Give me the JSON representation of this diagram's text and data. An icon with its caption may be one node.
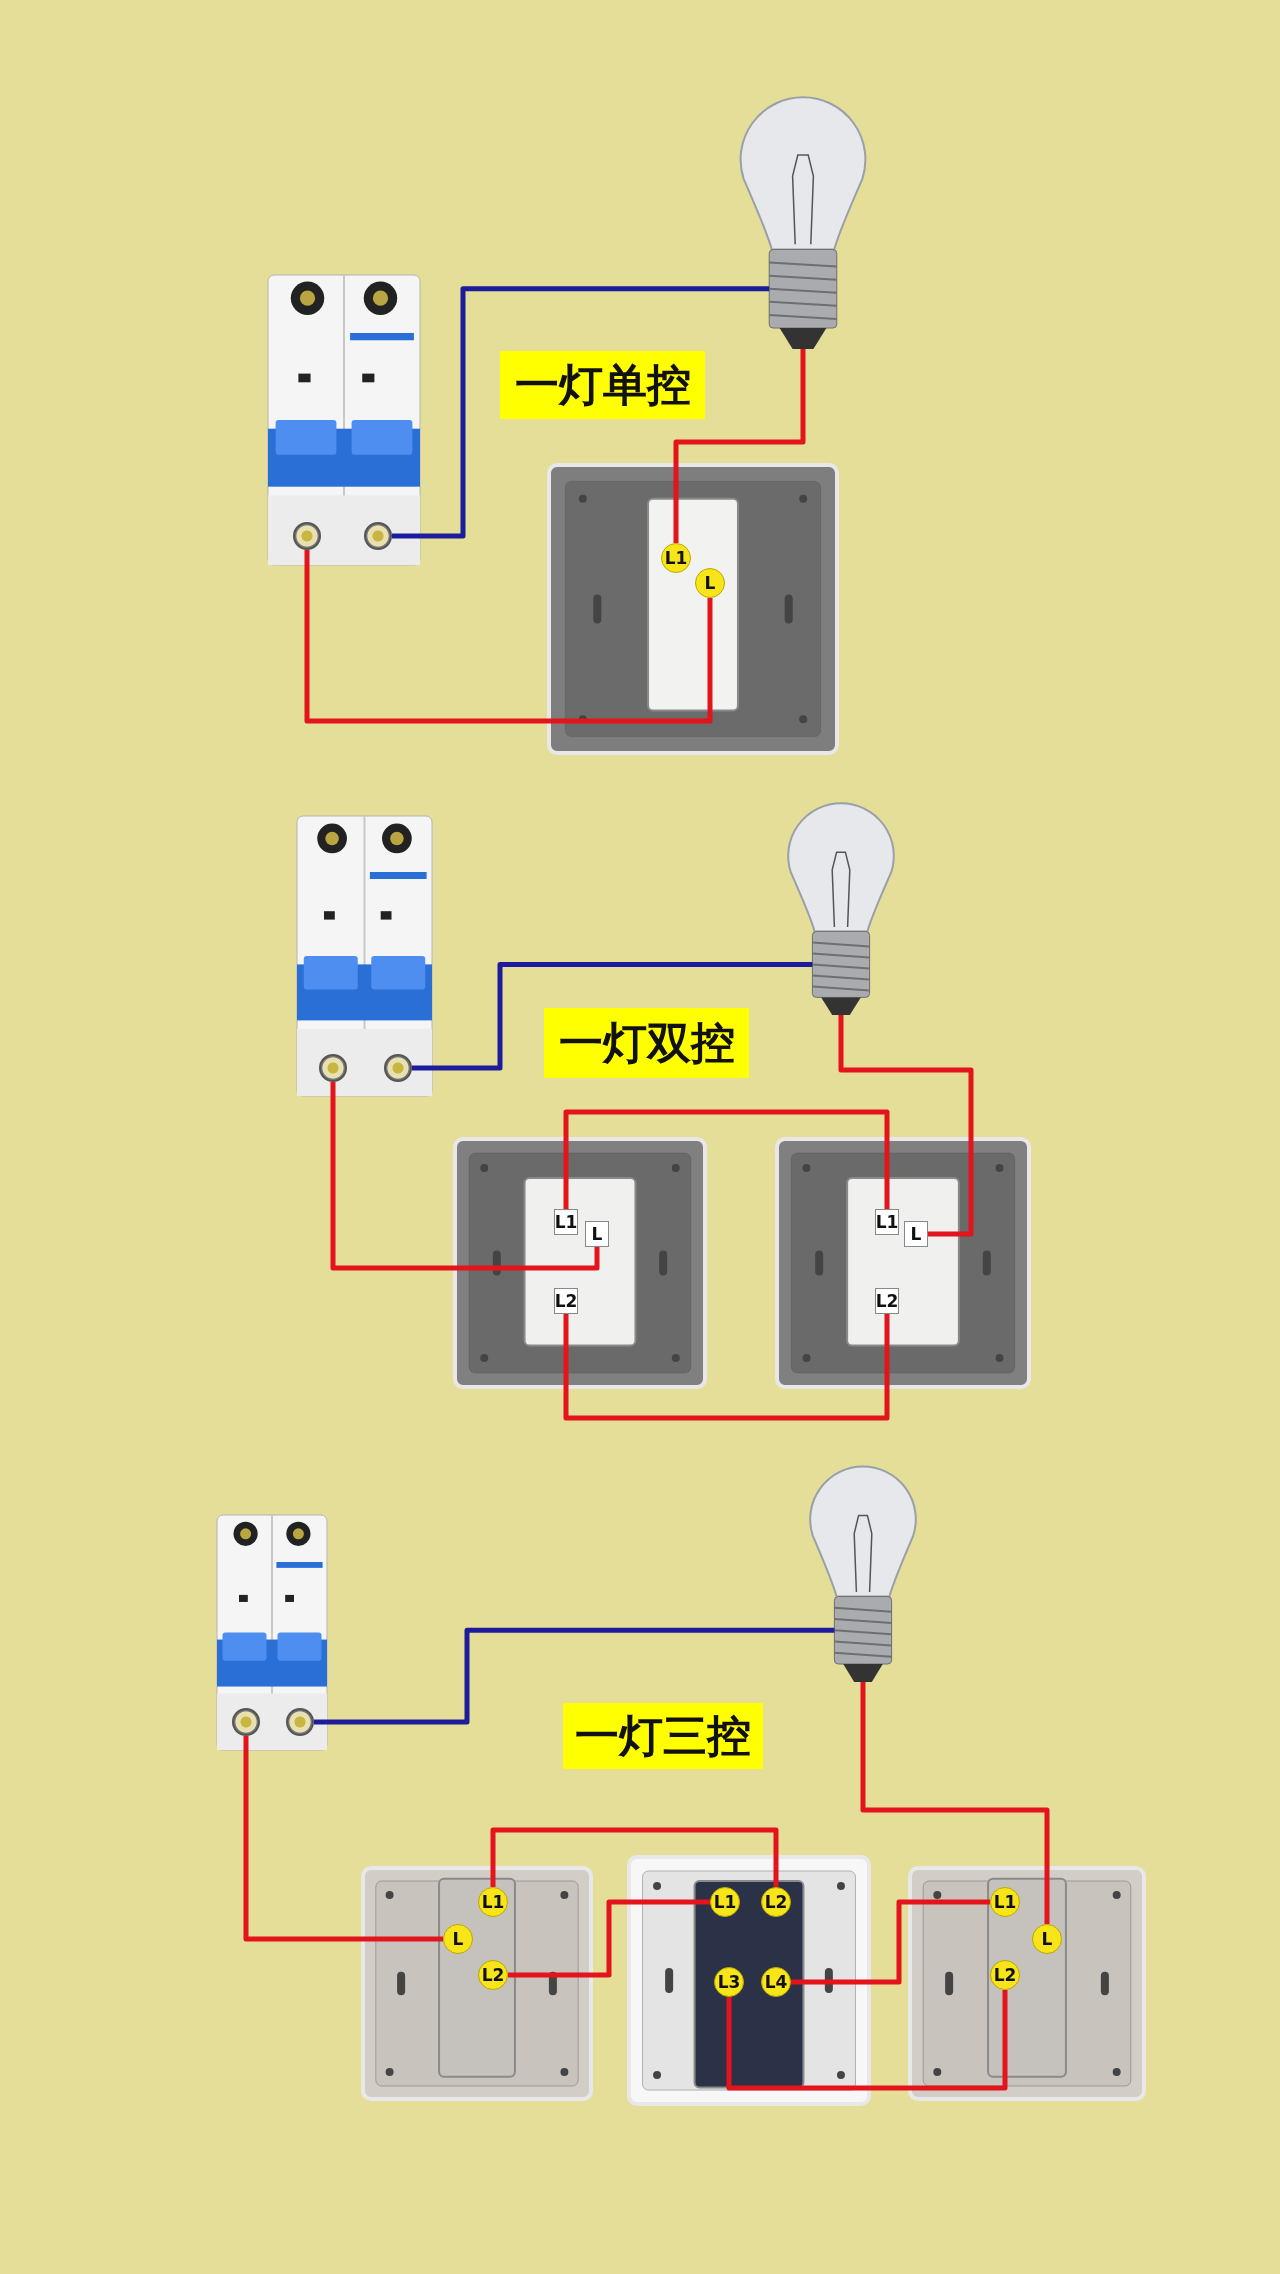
{
  "diagram": {
    "nodes": [
      {
        "text": [],
        "shape": "picture"
      },
      {
        "text": [],
        "shape": "circle",
        "in": 0
      },
      {
        "text": [],
        "shape": "circle",
        "in": 0
      },
      {
        "text": [],
        "shape": "picture"
      },
      {
        "text": [
          "一灯单控"
        ]
      },
      {
        "text": [],
        "shape": "picture"
      },
      {
        "text": [
          "L1"
        ],
        "in": 5
      },
      {
        "text": [
          "L"
        ],
        "in": 5
      },
      {
        "text": [],
        "shape": "picture"
      },
      {
        "text": [],
        "shape": "circle",
        "in": 8
      },
      {
        "text": [],
        "shape": "circle",
        "in": 8
      },
      {
        "text": [],
        "shape": "picture"
      },
      {
        "text": [
          "一灯双控"
        ]
      },
      {
        "text": [],
        "shape": "picture"
      },
      {
        "text": [
          "L1"
        ],
        "in": 13
      },
      {
        "text": [
          "L"
        ],
        "in": 13
      },
      {
        "text": [
          "L2"
        ],
        "in": 13
      },
      {
        "text": [],
        "shape": "picture"
      },
      {
        "text": [
          "L1"
        ],
        "in": 17
      },
      {
        "text": [
          "L"
        ],
        "in": 17
      },
      {
        "text": [
          "L2"
        ],
        "in": 17
      },
      {
        "text": [],
        "shape": "picture"
      },
      {
        "text": [],
        "shape": "circle",
        "in": 21
      },
      {
        "text": [],
        "shape": "circle",
        "in": 21
      },
      {
        "text": [],
        "shape": "picture"
      },
      {
        "text": [
          "一灯三控"
        ]
      },
      {
        "text": [],
        "shape": "picture"
      },
      {
        "text": [
          "L1"
        ],
        "in": 26
      },
      {
        "text": [
          "L"
        ],
        "in": 26
      },
      {
        "text": [
          "L2"
        ],
        "in": 26
      },
      {
        "text": [],
        "shape": "picture"
      },
      {
        "text": [
          "L1"
        ],
        "in": 30
      },
      {
        "text": [
          "L2"
        ],
        "in": 30
      },
      {
        "text": [
          "L3"
        ],
        "in": 30
      },
      {
        "text": [
          "L4"
        ],
        "in": 30
      },
      {
        "text": [],
        "shape": "picture"
      },
      {
        "text": [
          "L1"
        ],
        "in": 35
      },
      {
        "text": [
          "L"
        ],
        "in": 35
      },
      {
        "text": [
          "L2"
        ],
        "in": 35
      }
    ],
    "edges": [
      {
        "from": 2,
        "to": 3,
        "arrow": "none",
        "color": "#1c1c9c"
      },
      {
        "from": 3,
        "to": 6,
        "arrow": "none"
      },
      {
        "from": 1,
        "to": 7,
        "arrow": "none"
      },
      {
        "from": 10,
        "to": 11,
        "arrow": "none",
        "color": "#1c1c9c"
      },
      {
        "from": 9,
        "to": 15,
        "arrow": "none"
      },
      {
        "from": 14,
        "to": 18,
        "arrow": "none"
      },
      {
        "from": 16,
        "to": 20,
        "arrow": "none"
      },
      {
        "from": 11,
        "to": 19,
        "arrow": "none"
      },
      {
        "from": 23,
        "to": 24,
        "arrow": "none",
        "color": "#1c1c9c"
      },
      {
        "from": 22,
        "to": 28,
        "arrow": "none"
      },
      {
        "from": 27,
        "to": 32,
        "arrow": "none"
      },
      {
        "from": 29,
        "to": 31,
        "arrow": "none"
      },
      {
        "from": 34,
        "to": 36,
        "arrow": "none"
      },
      {
        "from": 33,
        "to": 38,
        "arrow": "none"
      },
      {
        "from": 24,
        "to": 37,
        "arrow": "none"
      }
    ]
  }
}
